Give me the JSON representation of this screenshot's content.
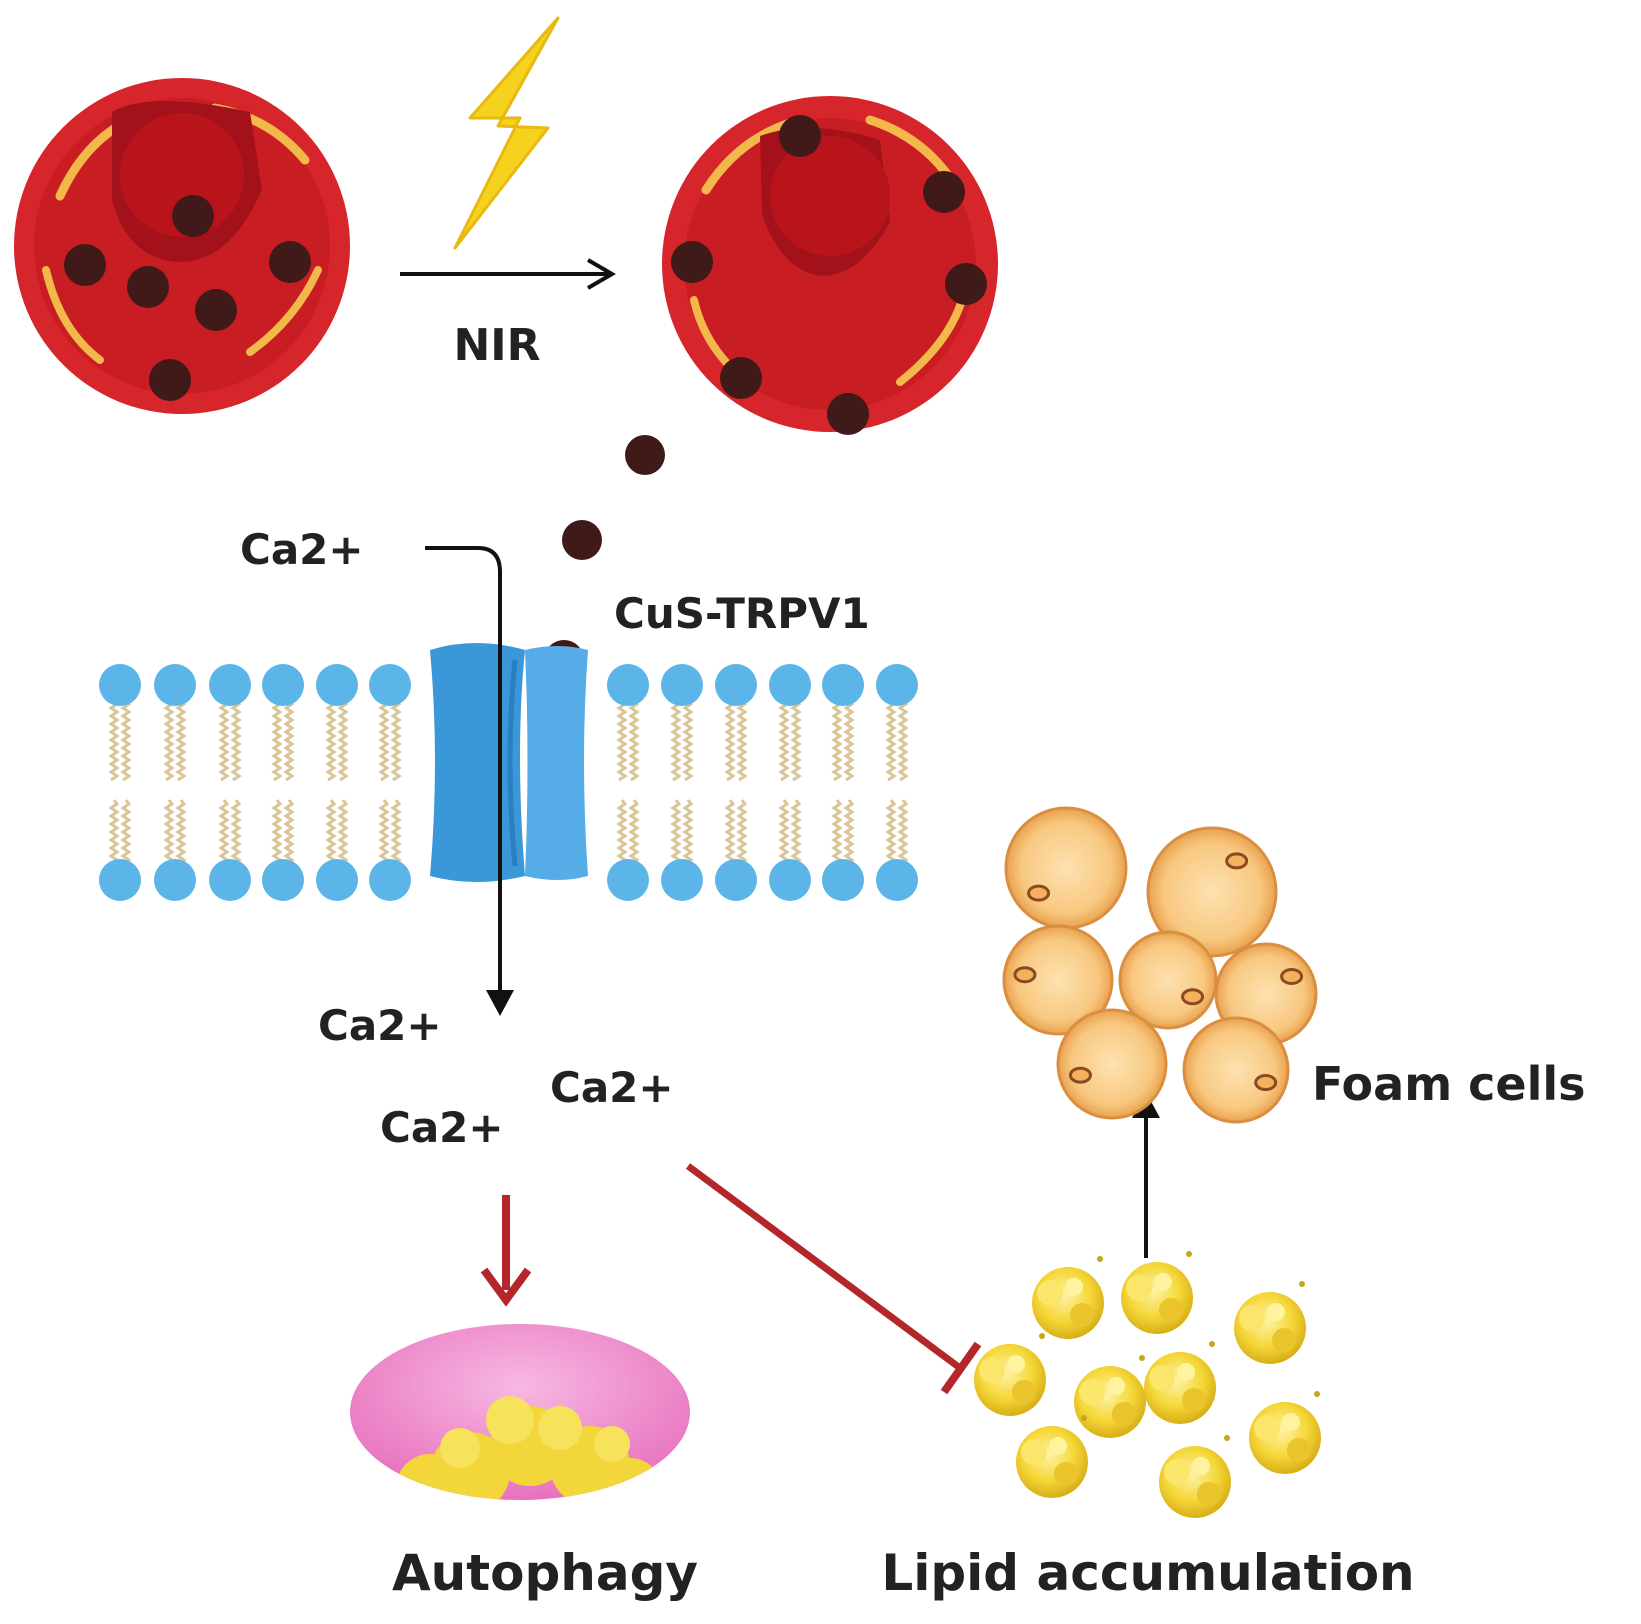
{
  "labels": {
    "nir": "NIR",
    "ca_in": "Ca2+",
    "cus_trpv1": "CuS-TRPV1",
    "ca_out_1": "Ca2+",
    "ca_out_2": "Ca2+",
    "ca_out_3": "Ca2+",
    "foam_cells": "Foam cells",
    "autophagy": "Autophagy",
    "lipid_accumulation": "Lipid accumulation"
  },
  "colors": {
    "vessel_wall": "#d6262b",
    "vessel_lumen": "#b9141c",
    "plaque": "#f2b84a",
    "nanoparticle": "#3f1a18",
    "lightning": "#f5d21e",
    "membrane_head": "#5cb5e8",
    "membrane_tail": "#d9c596",
    "channel": "#3a97d8",
    "inhibit_arrow": "#b3262a",
    "autophagosome": "#ec86c8",
    "lipid": "#f3d63a",
    "foam_cell": "#f7c67b"
  }
}
